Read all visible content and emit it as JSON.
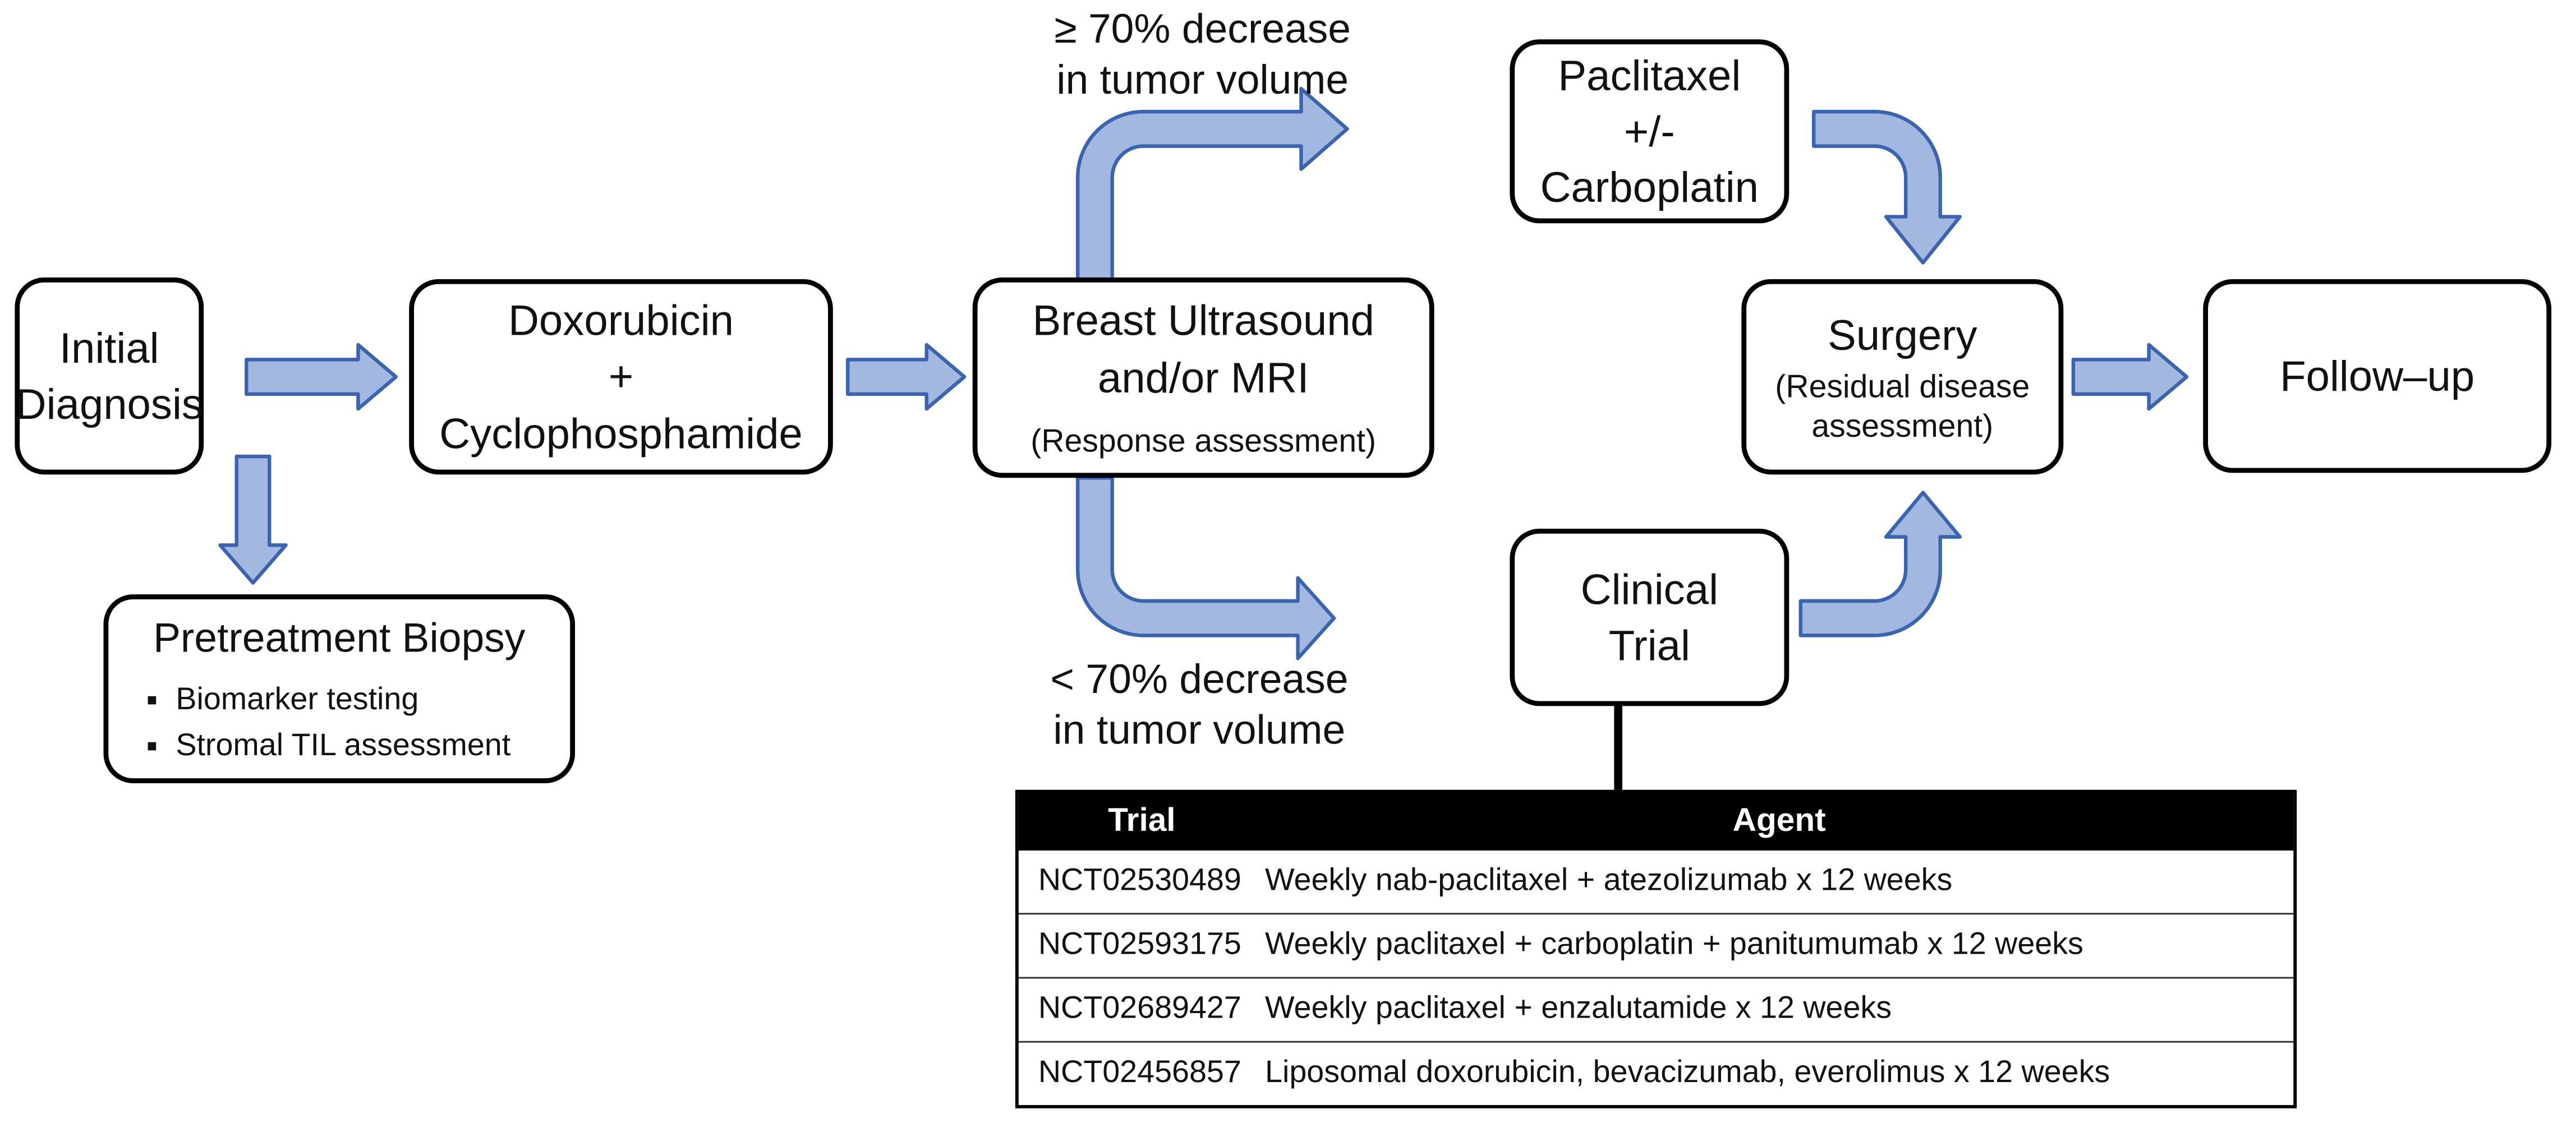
{
  "colors": {
    "arrow_fill": "#A3B8E0",
    "arrow_stroke": "#3C64AE",
    "node_border": "#000000",
    "connector": "#000000",
    "table_header_bg": "#000000",
    "table_header_text": "#FFFFFF"
  },
  "boxes": {
    "initial": {
      "line1": "Initial",
      "line2": "Diagnosis"
    },
    "doxo": {
      "line1": "Doxorubicin",
      "line2": "+",
      "line3": "Cyclophosphamide"
    },
    "breast": {
      "line1": "Breast Ultrasound",
      "line2": "and/or MRI",
      "sub": "(Response assessment)"
    },
    "paclitaxel": {
      "line1": "Paclitaxel",
      "line2": "+/-",
      "line3": "Carboplatin"
    },
    "surgery": {
      "line1": "Surgery",
      "sub1": "(Residual disease",
      "sub2": "assessment)"
    },
    "followup": {
      "line1": "Follow–up"
    },
    "biopsy": {
      "title": "Pretreatment Biopsy",
      "bullets": [
        "Biomarker testing",
        "Stromal TIL assessment"
      ]
    },
    "clinical": {
      "line1": "Clinical",
      "line2": "Trial"
    }
  },
  "labels": {
    "ge70": {
      "line1": "≥ 70% decrease",
      "line2": "in tumor volume"
    },
    "lt70": {
      "line1": "< 70% decrease",
      "line2": "in tumor volume"
    }
  },
  "table": {
    "headers": {
      "trial": "Trial",
      "agent": "Agent"
    },
    "rows": [
      {
        "trial": "NCT02530489",
        "agent": "Weekly nab-paclitaxel + atezolizumab x 12 weeks"
      },
      {
        "trial": "NCT02593175",
        "agent": "Weekly paclitaxel + carboplatin + panitumumab x 12 weeks"
      },
      {
        "trial": "NCT02689427",
        "agent": "Weekly paclitaxel + enzalutamide x 12 weeks"
      },
      {
        "trial": "NCT02456857",
        "agent": "Liposomal doxorubicin, bevacizumab, everolimus x 12 weeks"
      }
    ]
  }
}
